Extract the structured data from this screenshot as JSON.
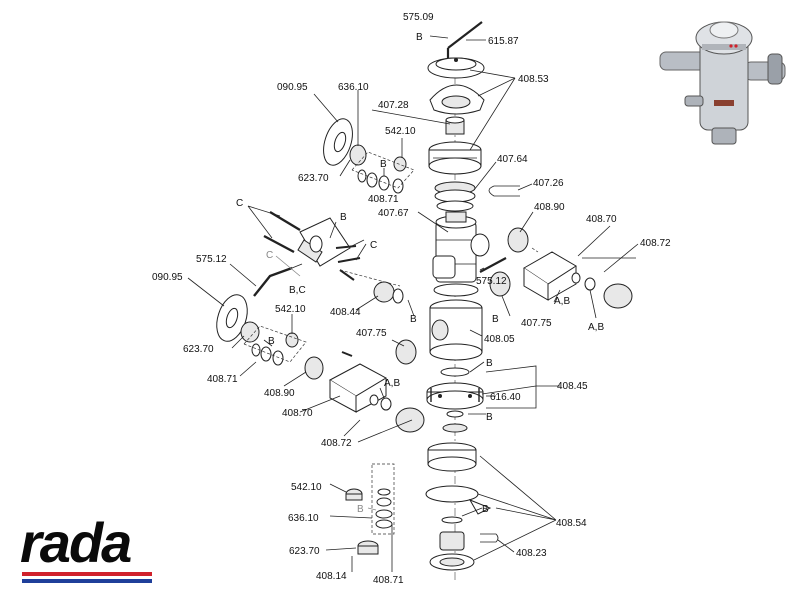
{
  "brand": {
    "logo_text": "rada",
    "stripe_red": "#d0212b",
    "stripe_blue": "#1f3f9a"
  },
  "colors": {
    "line": "#222222",
    "part_fill": "#ffffff",
    "shade": "#e8e8e8",
    "chrome": "#c8ccd2"
  },
  "part_labels": {
    "p57509": "575.09",
    "pB_top": "B",
    "p61587": "615.87",
    "p40853": "408.53",
    "p09095a": "090.95",
    "p63610a": "636.10",
    "p40728": "407.28",
    "p54210a": "542.10",
    "pB_a": "B",
    "p62370a": "623.70",
    "p40871a": "408.71",
    "p40764": "407.64",
    "p40726": "407.26",
    "pC_a": "C",
    "pB_b": "B",
    "p40767": "407.67",
    "p40890a": "408.90",
    "p40870a": "408.70",
    "p40872a": "408.72",
    "pC_b": "C",
    "p57512a": "575.12",
    "pC_c": "C",
    "pBC": "B,C",
    "p09095b": "090.95",
    "p54210b": "542.10",
    "p40844": "408.44",
    "pB_c": "B",
    "p57512b": "575.12",
    "pAB_a": "A,B",
    "pAB_b": "A,B",
    "p40775a": "407.75",
    "pB_d": "B",
    "p40775b": "407.75",
    "p62370b": "623.70",
    "pB_e": "B",
    "p40805": "408.05",
    "p40871b": "408.71",
    "p40890b": "408.90",
    "pB_f": "B",
    "pAB_c": "A,B",
    "p61640": "616.40",
    "p40845": "408.45",
    "p40870b": "408.70",
    "pB_g": "B",
    "p40872b": "408.72",
    "p54210c": "542.10",
    "p63610b": "636.10",
    "pB_h": "B",
    "p40854": "408.54",
    "pB_i": "B",
    "p62370c": "623.70",
    "p40823": "408.23",
    "p40814": "408.14",
    "p40871c": "408.71"
  }
}
